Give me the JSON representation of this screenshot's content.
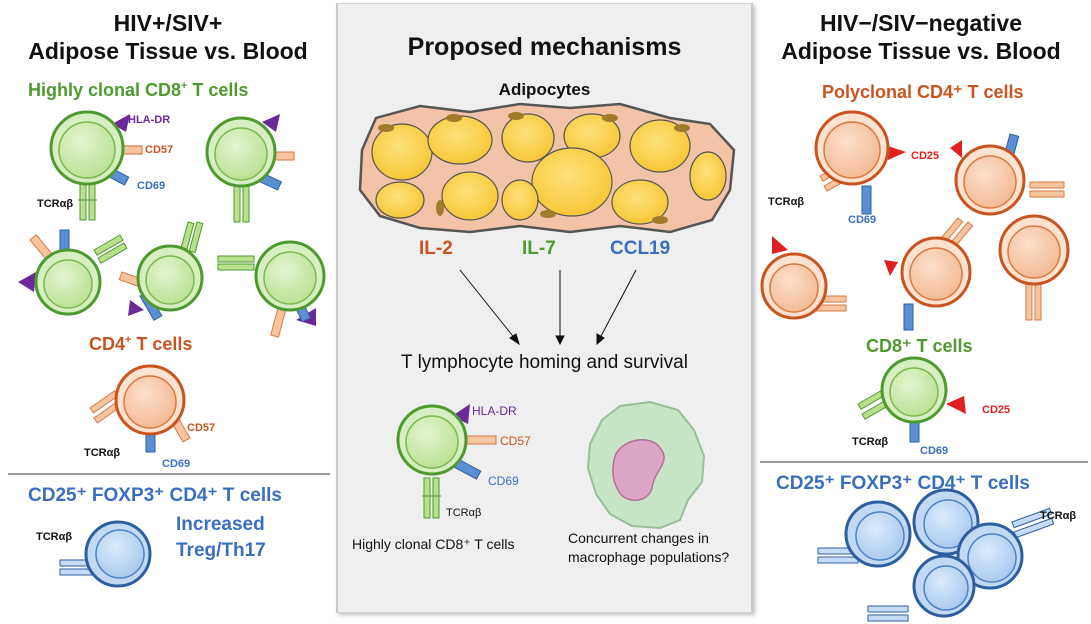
{
  "left": {
    "title_line1": "HIV+/SIV+",
    "title_line2": "Adipose Tissue vs. Blood",
    "cd8_heading_pre": "Highly clonal CD8",
    "cd8_heading_sup": "+",
    "cd8_heading_post": " T cells",
    "cd4_heading_pre": "CD4",
    "cd4_heading_sup": "+",
    "cd4_heading_post": " T cells",
    "treg_heading": "CD25⁺ FOXP3⁺ CD4⁺ T cells",
    "treg_note_line1": "Increased",
    "treg_note_line2": "Treg/Th17",
    "markers": {
      "hla": "HLA-DR",
      "cd57": "CD57",
      "cd69": "CD69",
      "tcr": "TCRαβ"
    }
  },
  "center": {
    "title": "Proposed mechanisms",
    "adipocytes": "Adipocytes",
    "il2": "IL-2",
    "il7": "IL-7",
    "ccl19": "CCL19",
    "homing": "T lymphocyte homing and survival",
    "cell_caption": "Highly clonal CD8⁺ T cells",
    "macro_line1": "Concurrent changes in",
    "macro_line2": "macrophage populations?",
    "markers": {
      "hla": "HLA-DR",
      "cd57": "CD57",
      "cd69": "CD69",
      "tcr": "TCRαβ"
    }
  },
  "right": {
    "title_line1": "HIV−/SIV−negative",
    "title_line2": "Adipose Tissue vs. Blood",
    "cd4_heading": "Polyclonal CD4⁺ T cells",
    "cd8_heading": "CD8⁺ T cells",
    "treg_heading": "CD25⁺ FOXP3⁺ CD4⁺ T cells",
    "markers": {
      "cd25": "CD25",
      "cd69": "CD69",
      "tcr": "TCRαβ"
    }
  },
  "colors": {
    "green": "#4e9a2f",
    "orange": "#c9541f",
    "blue": "#3a6fbf",
    "purple": "#6a2a9a",
    "red": "#e02020",
    "panel": "#efefef"
  }
}
